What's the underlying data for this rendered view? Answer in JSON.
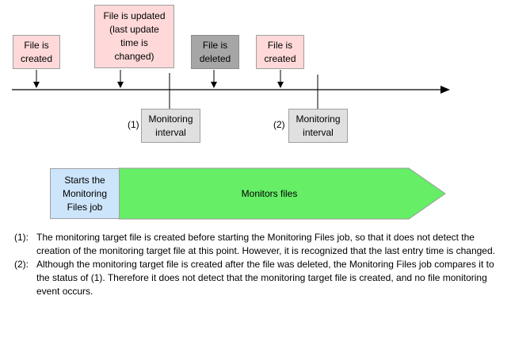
{
  "events": [
    {
      "label": "File is\ncreated"
    },
    {
      "label": "File is updated\n(last update\ntime is\nchanged)"
    },
    {
      "label": "File is\ndeleted"
    },
    {
      "label": "File is\ncreated"
    }
  ],
  "intervals": [
    {
      "number": "(1)",
      "label": "Monitoring\ninterval"
    },
    {
      "number": "(2)",
      "label": "Monitoring\ninterval"
    }
  ],
  "job": {
    "start_label": "Starts the\nMonitoring\nFiles job",
    "monitor_label": "Monitors files"
  },
  "notes": [
    {
      "label": "(1):",
      "text": "The monitoring target file is created before starting the Monitoring Files job, so that it does not detect the creation of the monitoring target file at this point. However, it is recognized that the last entry time is changed."
    },
    {
      "label": "(2):",
      "text": "Although the monitoring target file is created after the file was deleted, the Monitoring Files job compares it to the status of (1). Therefore it does not detect that the monitoring target file is created, and no file monitoring event occurs."
    }
  ],
  "colors": {
    "event_fill": "#ffd9d9",
    "deleted_fill": "#a6a6a6",
    "interval_fill": "#e0e0e0",
    "start_fill": "#cde5fb",
    "monitor_fill": "#66ee66"
  }
}
